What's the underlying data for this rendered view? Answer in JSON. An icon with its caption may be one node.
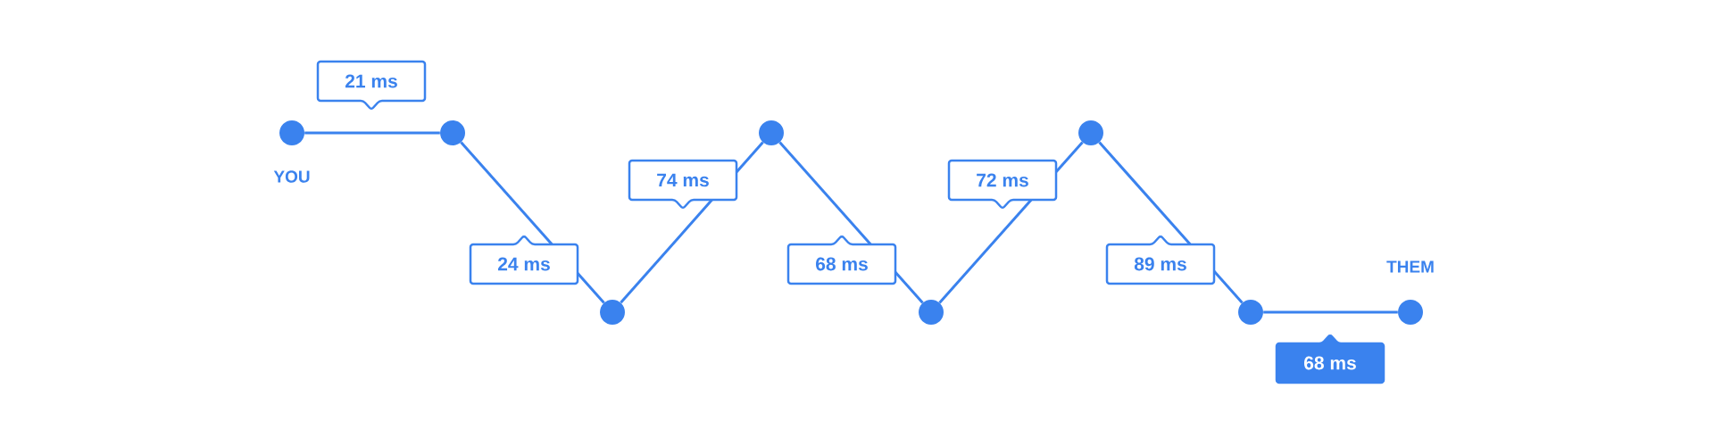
{
  "diagram": {
    "nodes": [
      {
        "text": [],
        "shape": "circle",
        "beside": [
          "YOU"
        ]
      },
      {
        "text": [],
        "shape": "circle"
      },
      {
        "text": [],
        "shape": "circle"
      },
      {
        "text": [],
        "shape": "circle"
      },
      {
        "text": [],
        "shape": "circle"
      },
      {
        "text": [],
        "shape": "circle"
      },
      {
        "text": [],
        "shape": "circle"
      },
      {
        "text": [],
        "shape": "circle",
        "beside": [
          "THEM"
        ]
      }
    ],
    "edges": [
      {
        "from": 0,
        "to": 1,
        "arrow": "none",
        "label": "21 ms"
      },
      {
        "from": 1,
        "to": 2,
        "arrow": "none",
        "label": "24 ms"
      },
      {
        "from": 2,
        "to": 3,
        "arrow": "none",
        "label": "74 ms"
      },
      {
        "from": 3,
        "to": 4,
        "arrow": "none",
        "label": "68 ms"
      },
      {
        "from": 4,
        "to": 5,
        "arrow": "none",
        "label": "72 ms"
      },
      {
        "from": 5,
        "to": 6,
        "arrow": "none",
        "label": "89 ms"
      },
      {
        "from": 6,
        "to": 7,
        "arrow": "none",
        "label": "68 ms"
      }
    ]
  }
}
